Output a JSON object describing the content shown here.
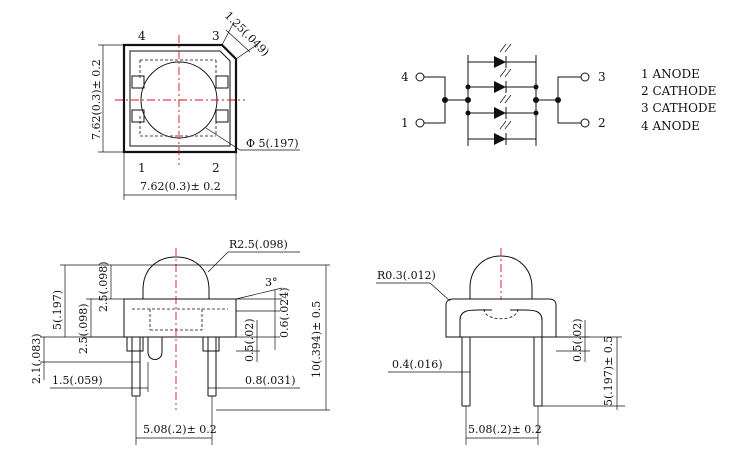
{
  "top_view": {
    "pin_labels": [
      "4",
      "3",
      "1",
      "2"
    ],
    "chamfer_dim": "1.25(.049)",
    "height_dim": "7.62(0.3)± 0.2",
    "width_dim": "7.62(0.3)± 0.2",
    "diameter_dim": "Φ 5(.197)"
  },
  "schematic": {
    "pin_left_top": "4",
    "pin_left_bottom": "1",
    "pin_right_top": "3",
    "pin_right_bottom": "2",
    "legend": [
      "1 ANODE",
      "2 CATHODE",
      "3 CATHODE",
      "4 ANODE"
    ]
  },
  "side_view": {
    "radius_dim": "R2.5(.098)",
    "angle_dim": "3°",
    "dim_5_197": "5(.197)",
    "dim_2_5_098_top": "2.5(.098)",
    "dim_2_5_098_bottom": "2.5(.098)",
    "dim_0_6_024": "0.6(.024)",
    "dim_0_5_02": "0.5(.02)",
    "dim_10_394": "10(.394)± 0.5",
    "dim_2_1_083": "2.1(.083)",
    "dim_1_5_059": "1.5(.059)",
    "dim_0_8_031": "0.8(.031)",
    "pitch_dim": "5.08(.2)± 0.2"
  },
  "front_view": {
    "radius_dim": "R0.3(.012)",
    "lead_dim": "0.4(.016)",
    "dim_0_5_02": "0.5(.02)",
    "dim_5_197": "5(.197)± 0.5",
    "pitch_dim": "5.08(.2)± 0.2"
  }
}
